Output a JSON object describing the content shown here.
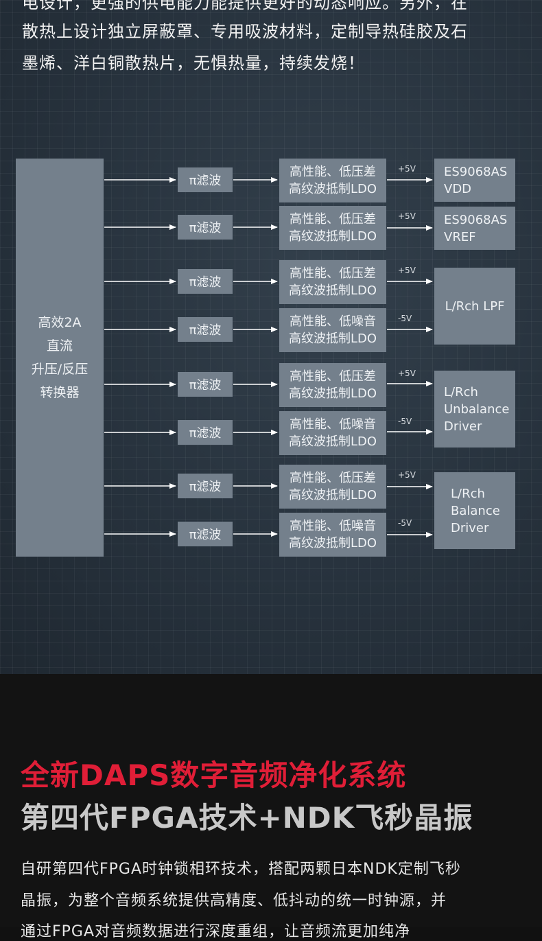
{
  "intro": {
    "lines": [
      "电设计，更强的供电能力能提供更好的动态响应。另外，在",
      "散热上设计独立屏蔽罩、专用吸波材料，定制导热硅胶及石",
      "墨烯、洋白铜散热片，无惧热量，持续发烧！"
    ]
  },
  "diagram": {
    "converter": [
      "高效2A",
      "直流",
      "升压/反压",
      "转换器"
    ],
    "pi_filter_label": "π滤波",
    "ldo": [
      [
        "高性能、低压差",
        "高纹波抵制LDO"
      ],
      [
        "高性能、低压差",
        "高纹波抵制LDO"
      ],
      [
        "高性能、低压差",
        "高纹波抵制LDO"
      ],
      [
        "高性能、低噪音",
        "高纹波抵制LDO"
      ],
      [
        "高性能、低压差",
        "高纹波抵制LDO"
      ],
      [
        "高性能、低噪音",
        "高纹波抵制LDO"
      ],
      [
        "高性能、低压差",
        "高纹波抵制LDO"
      ],
      [
        "高性能、低噪音",
        "高纹波抵制LDO"
      ]
    ],
    "voltages": [
      "+5V",
      "+5V",
      "+5V",
      "-5V",
      "+5V",
      "-5V",
      "+5V",
      "-5V"
    ],
    "targets": [
      [
        "ES9068AS",
        "VDD"
      ],
      [
        "ES9068AS",
        "VREF"
      ],
      [
        "L/Rch LPF"
      ],
      [
        "L/Rch",
        "Unbalance",
        "Driver"
      ],
      [
        "L/Rch",
        "Balance",
        "Driver"
      ]
    ]
  },
  "feature": {
    "title_red": "全新DAPS数字音频净化系统",
    "title_grey": "第四代FPGA技术+NDK飞秒晶振",
    "body_lines": [
      "自研第四代FPGA时钟锁相环技术，搭配两颗日本NDK定制飞秒",
      "晶振，为整个音频系统提供高精度、低抖动的统一时钟源，并",
      "通过FPGA对音频数据进行深度重组，让音频流更加纯净"
    ]
  },
  "colors": {
    "box": "#74808c",
    "accent_red": "#e01e37",
    "background_top": "#27323d",
    "background_bottom": "#131313"
  }
}
